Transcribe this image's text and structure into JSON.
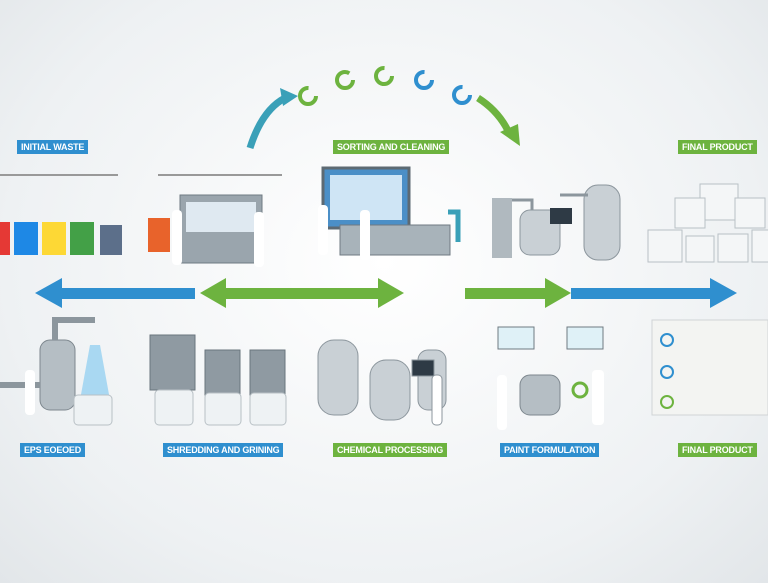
{
  "colors": {
    "blue": "#2f8fcf",
    "green": "#6db33f",
    "teal": "#3aa0b8"
  },
  "top_labels": [
    {
      "text": "INITIAL WASTE",
      "color": "blue"
    },
    {
      "text": "SORTING AND CLEANING",
      "color": "green"
    },
    {
      "text": "FINAL PRODUCT",
      "color": "green"
    }
  ],
  "bottom_labels": [
    {
      "text": "EPS EOEOED",
      "color": "blue"
    },
    {
      "text": "SHREDDING AND GRINING",
      "color": "blue"
    },
    {
      "text": "CHEMICAL PROCESSING",
      "color": "green"
    },
    {
      "text": "PAINT FORMULATION",
      "color": "blue"
    },
    {
      "text": "FINAL PRODUCT",
      "color": "green"
    }
  ],
  "icons": [
    "recycle-cycle-icon",
    "recycling-bins-icon",
    "machine-icon",
    "tank-icon",
    "paint-bucket-icon",
    "arrow-left-icon",
    "arrow-right-icon",
    "double-arrow-icon"
  ]
}
